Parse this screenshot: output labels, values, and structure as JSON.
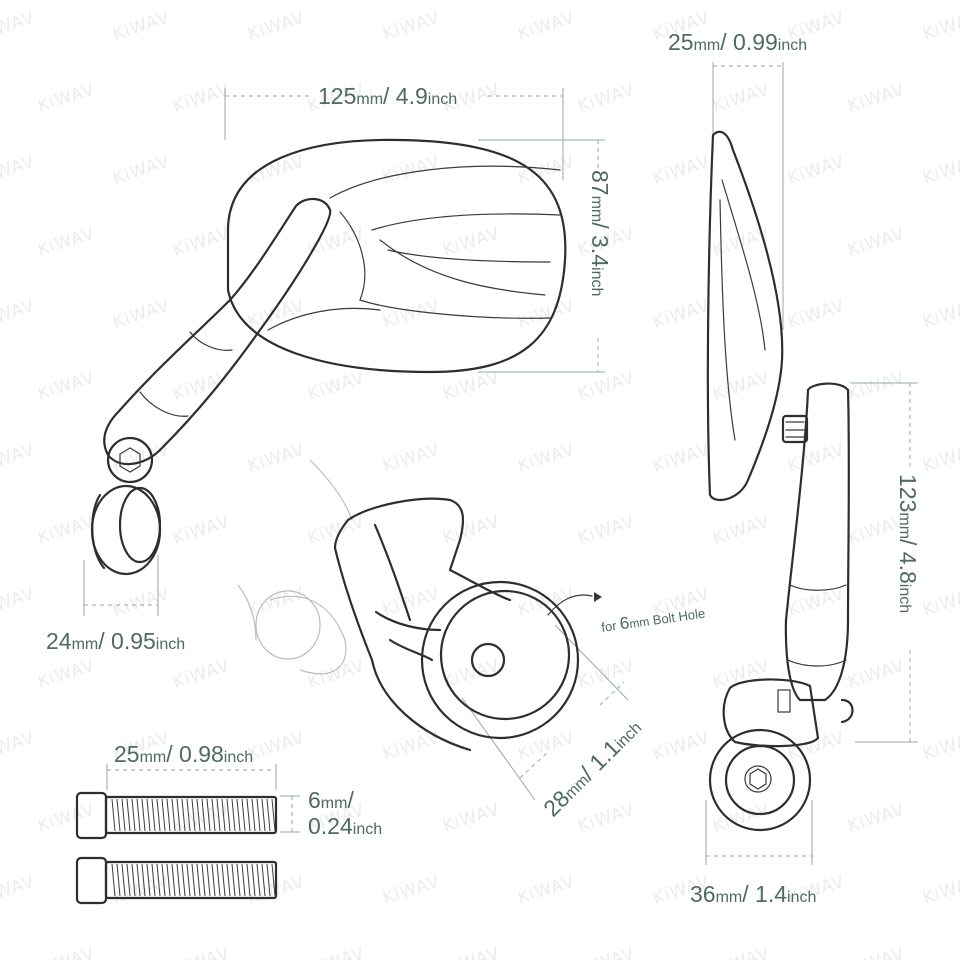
{
  "brand": {
    "watermark": "KiWAV"
  },
  "dimensions": {
    "mirror_width": {
      "num": "125",
      "unit": "mm",
      "sep": "/",
      "num2": " 4.9",
      "unit2": "inch"
    },
    "mirror_height": {
      "num": "87",
      "unit": "mm",
      "sep": "/",
      "num2": " 3.4",
      "unit2": "inch"
    },
    "mirror_depth": {
      "num": "25",
      "unit": "mm",
      "sep": "/",
      "num2": " 0.99",
      "unit2": "inch"
    },
    "arm_length": {
      "num": "123",
      "unit": "mm",
      "sep": "/",
      "num2": " 4.8",
      "unit2": "inch"
    },
    "clamp_width": {
      "num": "24",
      "unit": "mm",
      "sep": "/",
      "num2": " 0.95",
      "unit2": "inch"
    },
    "clamp_diameter": {
      "num": "28",
      "unit": "mm",
      "sep": "/",
      "num2": " 1.1",
      "unit2": "inch"
    },
    "bolt_length": {
      "num": "25",
      "unit": "mm",
      "sep": "/",
      "num2": " 0.98",
      "unit2": "inch"
    },
    "bolt_diameter": {
      "num": "6",
      "unit": "mm",
      "sep": "/",
      "num2": "0.24",
      "unit2": "inch"
    },
    "side_width": {
      "num": "36",
      "unit": "mm",
      "sep": "/",
      "num2": " 1.4",
      "unit2": "inch"
    }
  },
  "note": {
    "prefix": "for ",
    "size": "6",
    "unit": "mm",
    "text": " Bolt Hole"
  },
  "colors": {
    "dimension_text": "#4d6b61",
    "outline": "#2e2e2e",
    "watermark": "#ececec"
  }
}
